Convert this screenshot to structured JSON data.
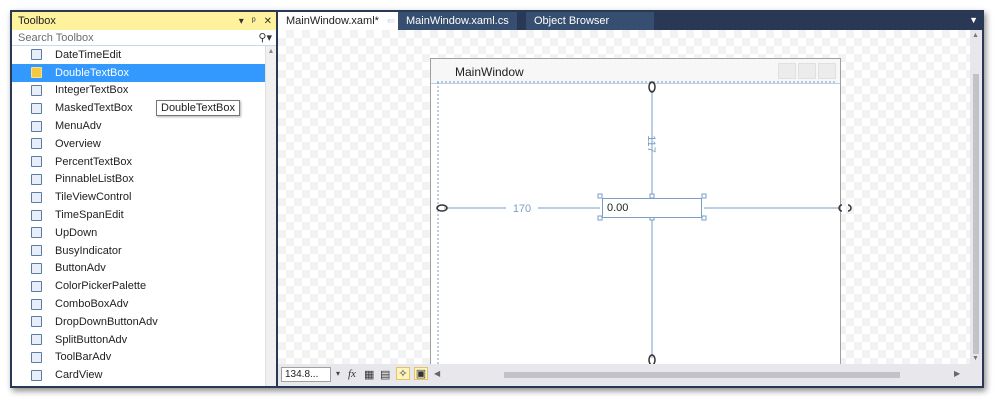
{
  "toolbox": {
    "title": "Toolbox",
    "search_placeholder": "Search Toolbox",
    "items": [
      {
        "label": "DateTimeEdit",
        "icon": "datetime-icon"
      },
      {
        "label": "DoubleTextBox",
        "icon": "textbox-icon",
        "selected": true
      },
      {
        "label": "IntegerTextBox",
        "icon": "textbox-icon"
      },
      {
        "label": "MaskedTextBox",
        "icon": "masked-icon"
      },
      {
        "label": "MenuAdv",
        "icon": "menu-icon"
      },
      {
        "label": "Overview",
        "icon": "overview-icon"
      },
      {
        "label": "PercentTextBox",
        "icon": "percent-icon"
      },
      {
        "label": "PinnableListBox",
        "icon": "listbox-icon"
      },
      {
        "label": "TileViewControl",
        "icon": "tileview-icon"
      },
      {
        "label": "TimeSpanEdit",
        "icon": "clock-icon"
      },
      {
        "label": "UpDown",
        "icon": "updown-icon"
      },
      {
        "label": "BusyIndicator",
        "icon": "busy-icon"
      },
      {
        "label": "ButtonAdv",
        "icon": "button-icon"
      },
      {
        "label": "ColorPickerPalette",
        "icon": "palette-icon"
      },
      {
        "label": "ComboBoxAdv",
        "icon": "combobox-icon"
      },
      {
        "label": "DropDownButtonAdv",
        "icon": "dropdown-icon"
      },
      {
        "label": "SplitButtonAdv",
        "icon": "splitbutton-icon"
      },
      {
        "label": "ToolBarAdv",
        "icon": "toolbar-icon"
      },
      {
        "label": "CardView",
        "icon": "cardview-icon"
      }
    ],
    "tooltip": "DoubleTextBox"
  },
  "tabs": [
    {
      "label": "MainWindow.xaml*",
      "active": true
    },
    {
      "label": "MainWindow.xaml.cs",
      "active": false
    },
    {
      "label": "Object Browser",
      "active": false
    }
  ],
  "designer": {
    "window_title": "MainWindow",
    "textbox_value": "0.00",
    "margin_left": "170",
    "margin_top": "117"
  },
  "bottombar": {
    "zoom": "134.8...",
    "fx_label": "fx"
  },
  "colors": {
    "chrome": "#293955",
    "toolbox_title": "#fff29d",
    "selection": "#3399ff",
    "guide": "#7a9ec6"
  }
}
